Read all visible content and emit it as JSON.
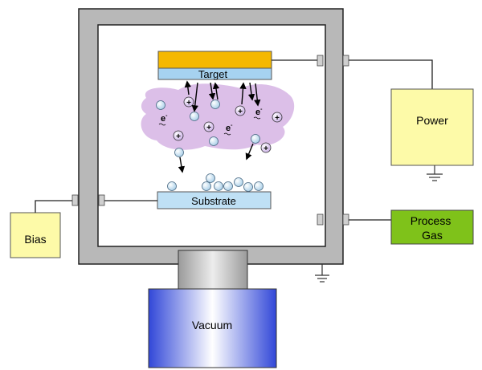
{
  "labels": {
    "target": "Target",
    "substrate": "Substrate",
    "power": "Power",
    "bias": "Bias",
    "process_gas_line1": "Process",
    "process_gas_line2": "Gas",
    "vacuum": "Vacuum",
    "electron": "e",
    "electron_sup": "-",
    "ion": "+"
  },
  "colors": {
    "chamber_wall": "#b8b8b8",
    "target_top": "#f5b800",
    "target_bottom": "#a6d2f0",
    "substrate": "#bfe0f5",
    "plasma": "#dcbfe8",
    "power_box": "#fdfaa8",
    "bias_box": "#fdfaa8",
    "process_gas_box": "#7fc21a",
    "vacuum_pump": "#3c56e0",
    "vacuum_neck": "#c4c4c4",
    "ion_fill": "#e9d8f5",
    "atom_fill": "#cfe6f5"
  }
}
